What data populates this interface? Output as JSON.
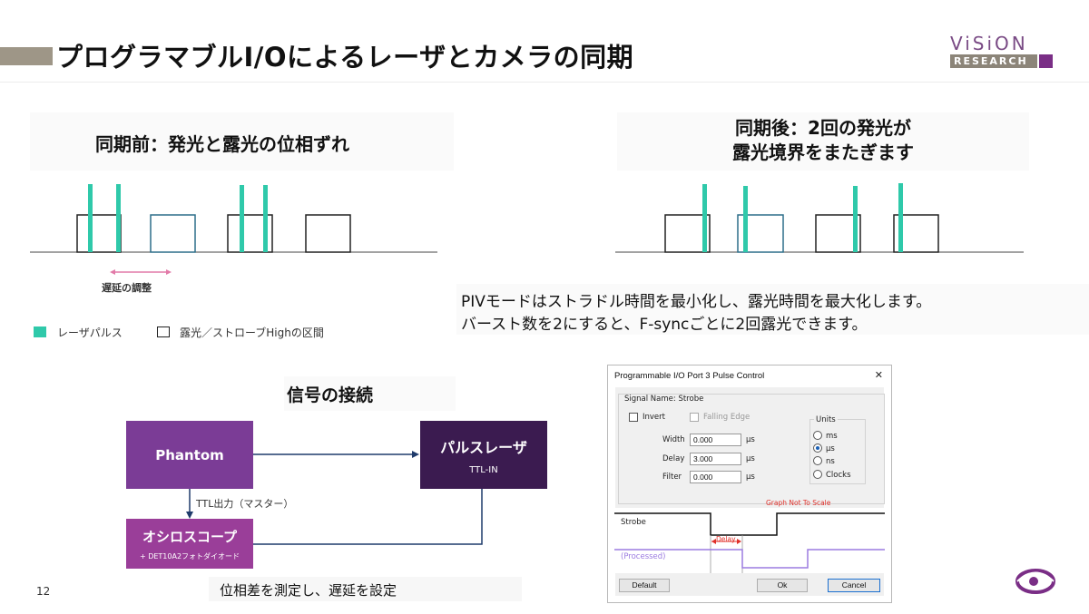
{
  "slide": {
    "title": "プログラマブルI/Oによるレーザとカメラの同期",
    "page_number": "12"
  },
  "logo": {
    "top": "ViSiON",
    "bottom": "RESEARCH",
    "color_purple": "#7a2e86",
    "color_gray": "#8c8579"
  },
  "before": {
    "heading": "同期前：発光と露光の位相ずれ",
    "delay_label": "遅延の調整"
  },
  "after": {
    "heading_line1": "同期後：2回の発光が",
    "heading_line2": "露光境界をまたぎます"
  },
  "legend": {
    "laser": "レーザパルス",
    "exposure": "露光／ストローブHighの区間",
    "laser_color": "#2fc9aa"
  },
  "description": {
    "line1": "PIVモードはストラドル時間を最小化し、露光時間を最大化します。",
    "line2": "バースト数を2にすると、F-syncごとに2回露光できます。"
  },
  "connection": {
    "heading": "信号の接続",
    "phantom": "Phantom",
    "laser_title": "パルスレーザ",
    "laser_sub": "TTL-IN",
    "osc_title": "オシロスコープ",
    "osc_sub": "+ DET10A2フォトダイオード",
    "ttl_label": "TTL出力（マスター）",
    "phase_note": "位相差を測定し、遅延を設定"
  },
  "dialog": {
    "title": "Programmable I/O Port 3 Pulse Control",
    "close": "✕",
    "signal_name": "Signal Name: Strobe",
    "invert": "Invert",
    "falling_edge": "Falling Edge",
    "width_label": "Width",
    "width_value": "0.000",
    "delay_label": "Delay",
    "delay_value": "3.000",
    "filter_label": "Filter",
    "filter_value": "0.000",
    "unit": "µs",
    "units_title": "Units",
    "units": [
      "ms",
      "µs",
      "ns",
      "Clocks"
    ],
    "selected_unit": "µs",
    "not_to_scale": "Graph Not To Scale",
    "strobe_label": "Strobe",
    "processed_label": "(Processed)",
    "delay_marker": "Delay",
    "default_btn": "Default",
    "ok_btn": "Ok",
    "cancel_btn": "Cancel"
  }
}
